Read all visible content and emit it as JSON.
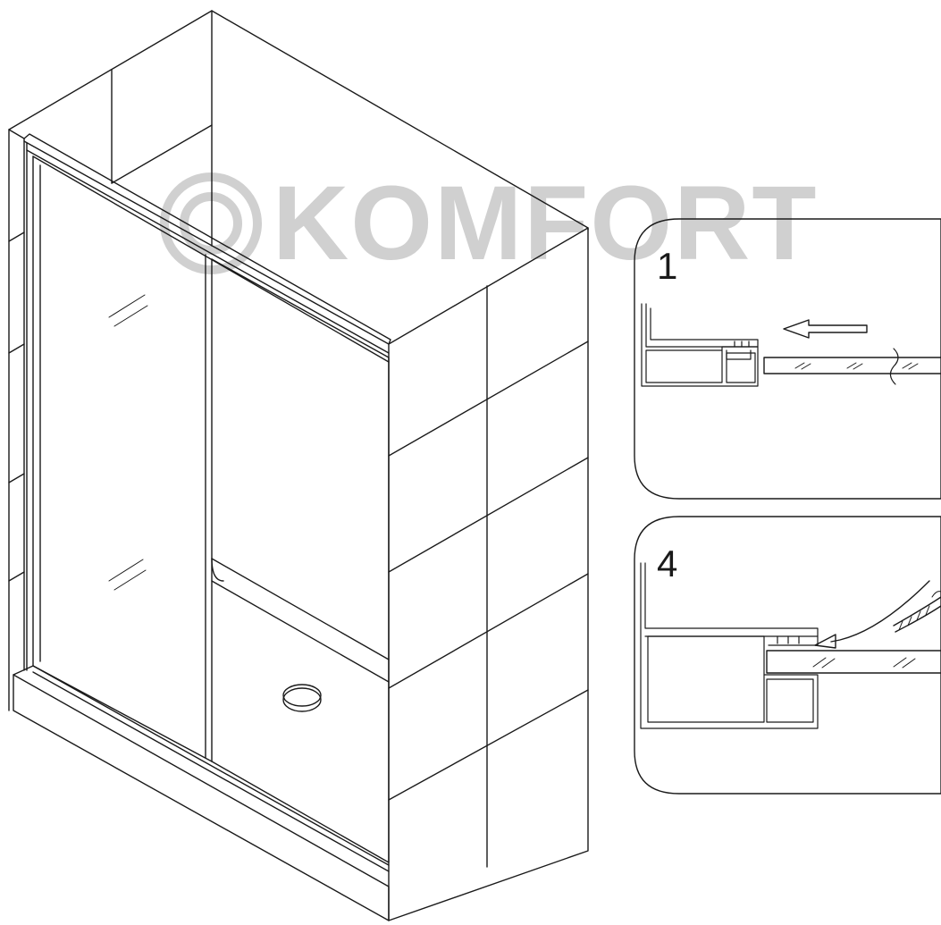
{
  "watermark": {
    "text": "KOMFORT",
    "color": "#d0d0d0"
  },
  "detail_panels": [
    {
      "step": "1"
    },
    {
      "step": "4"
    }
  ],
  "colors": {
    "line": "#1a1a1a",
    "background": "#ffffff"
  }
}
